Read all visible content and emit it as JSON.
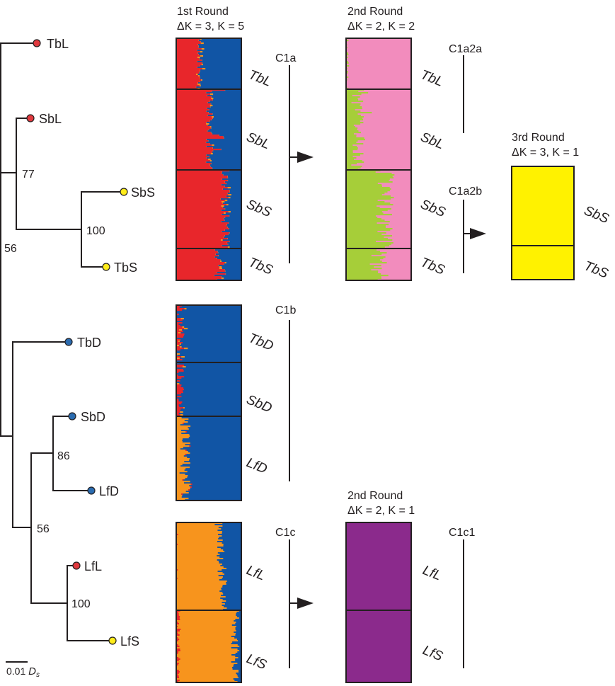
{
  "colors": {
    "red": "#e8262b",
    "blue": "#1155a5",
    "orange": "#f7941d",
    "pink": "#f28cbd",
    "green": "#a6ce39",
    "yellow": "#fff200",
    "purple": "#8b2a8c",
    "tree": "#231f20",
    "dot_red": "#e0393e",
    "dot_yellow": "#ffec1a",
    "dot_blue": "#2b6cb0"
  },
  "tree": {
    "tips": [
      {
        "label": "TbL",
        "dot": "red"
      },
      {
        "label": "SbL",
        "dot": "red"
      },
      {
        "label": "SbS",
        "dot": "yellow"
      },
      {
        "label": "TbS",
        "dot": "yellow"
      },
      {
        "label": "TbD",
        "dot": "blue"
      },
      {
        "label": "SbD",
        "dot": "blue"
      },
      {
        "label": "LfD",
        "dot": "blue"
      },
      {
        "label": "LfL",
        "dot": "red"
      },
      {
        "label": "LfS",
        "dot": "yellow"
      }
    ],
    "support": {
      "a": "77",
      "b": "100",
      "c": "56",
      "d": "86",
      "e": "56",
      "f": "100"
    },
    "scale": {
      "value": "0.01",
      "unit": "D",
      "subscript": "s"
    }
  },
  "rounds": {
    "r1": {
      "title": "1st Round",
      "params": "ΔK = 3, K = 5"
    },
    "r2": {
      "title": "2nd Round",
      "params": "ΔK = 2, K = 2"
    },
    "r3": {
      "title": "3rd Round",
      "params": "ΔK = 3, K = 1"
    },
    "r2b": {
      "title": "2nd Round",
      "params": "ΔK = 2, K = 1"
    }
  },
  "clusters": {
    "c1a": "C1a",
    "c1b": "C1b",
    "c1c": "C1c",
    "c1a2a": "C1a2a",
    "c1a2b": "C1a2b",
    "c1c1": "C1c1"
  },
  "pops": {
    "c1a": [
      "TbL",
      "SbL",
      "SbS",
      "TbS"
    ],
    "c1b": [
      "TbD",
      "SbD",
      "LfD"
    ],
    "c1c": [
      "LfL",
      "LfS"
    ],
    "c1a_r2": [
      "TbL",
      "SbL",
      "SbS",
      "TbS"
    ],
    "c1a2b_r3": [
      "SbS",
      "TbS"
    ],
    "c1c_r2": [
      "LfL",
      "LfS"
    ]
  }
}
